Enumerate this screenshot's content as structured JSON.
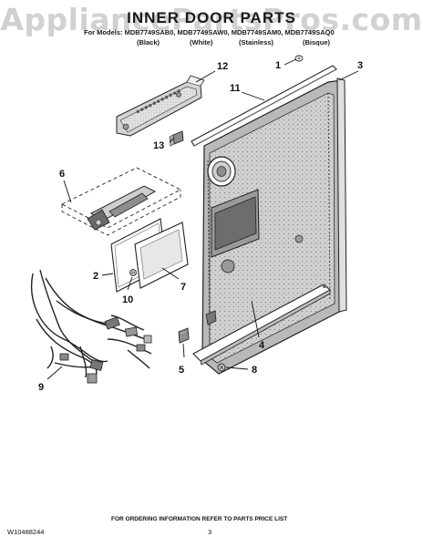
{
  "watermark": "AppliancePartsPros.com",
  "title": "INNER DOOR PARTS",
  "models_line": "For Models: MDB7749SAB0, MDB7749SAW0, MDB7749SAM0, MDB7749SAQ0",
  "colors": [
    "(Black)",
    "(White)",
    "(Stainless)",
    "(Bisque)"
  ],
  "callouts": [
    "1",
    "2",
    "3",
    "4",
    "5",
    "6",
    "7",
    "8",
    "9",
    "10",
    "11",
    "12",
    "13"
  ],
  "footer_note": "FOR ORDERING INFORMATION REFER TO PARTS PRICE LIST",
  "doc_number": "W10488244",
  "page_number": "3"
}
